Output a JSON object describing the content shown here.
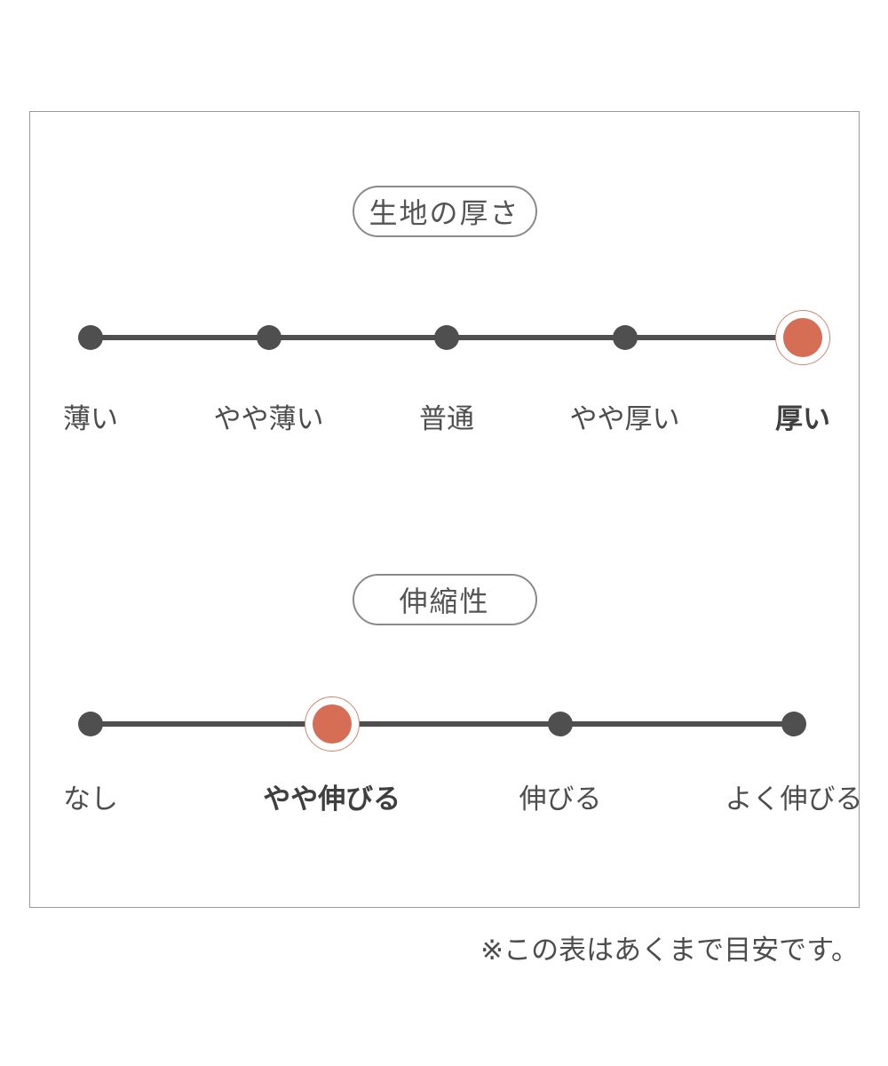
{
  "colors": {
    "accent_red": "#d56e55",
    "accent_ring": "#cd8570",
    "ink": "#4f4f4f",
    "frame_border": "#9a9a9a"
  },
  "note": "※この表はあくまで目安です。",
  "chart_data": [
    {
      "type": "scale",
      "title": "生地の厚さ",
      "categories": [
        "薄い",
        "やや薄い",
        "普通",
        "やや厚い",
        "厚い"
      ],
      "selected": "厚い",
      "selected_index": 4,
      "positions_pct": [
        0,
        25,
        50,
        75,
        100
      ]
    },
    {
      "type": "scale",
      "title": "伸縮性",
      "categories": [
        "なし",
        "やや伸びる",
        "伸びる",
        "よく伸びる"
      ],
      "selected": "やや伸びる",
      "selected_index": 1,
      "positions_pct": [
        0,
        34.3,
        66.8,
        100
      ]
    }
  ]
}
